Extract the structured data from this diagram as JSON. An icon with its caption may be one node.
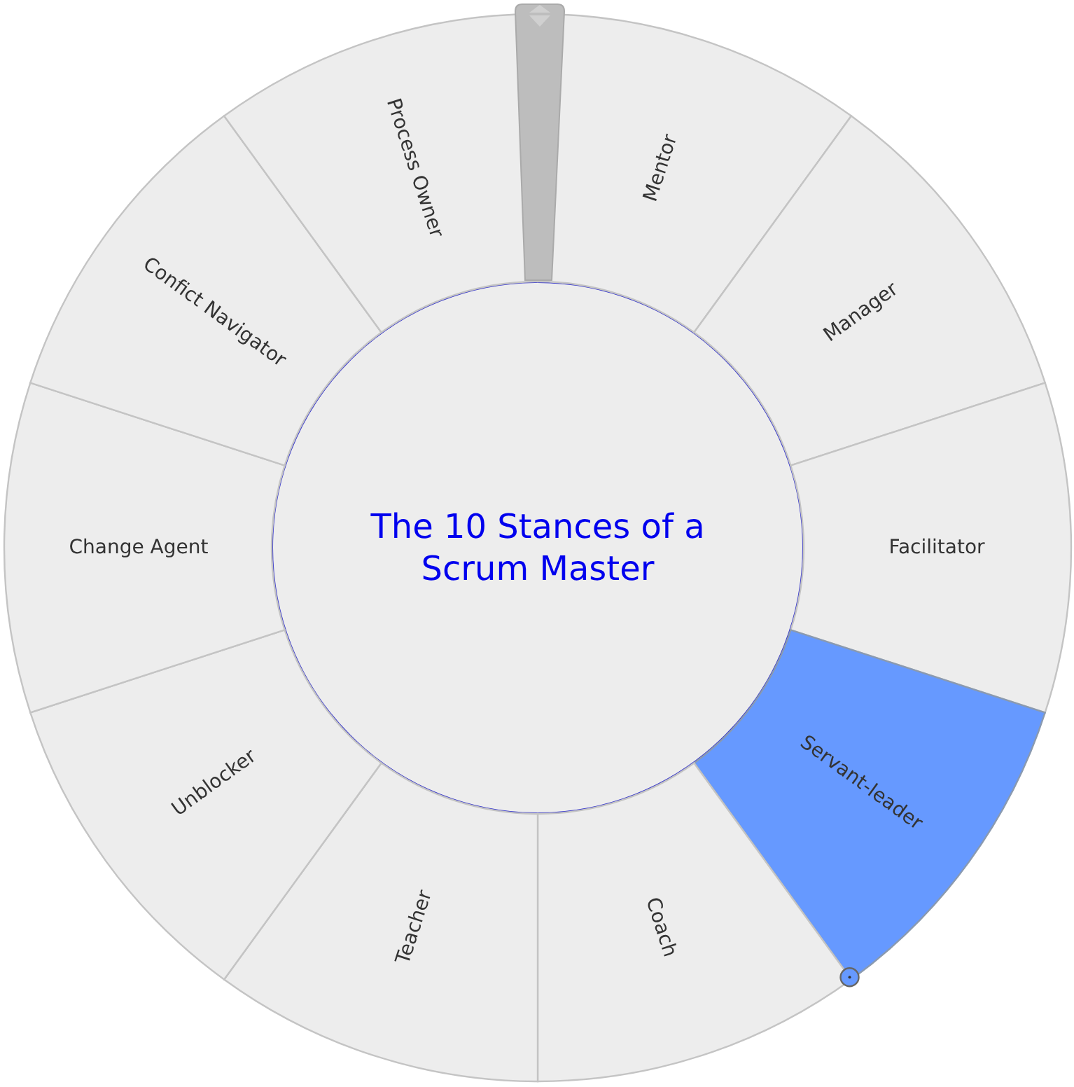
{
  "diagram": {
    "nodes": [
      {
        "text": [
          "The 10 Stances of a Scrum Master"
        ]
      },
      {
        "text": [
          "Mentor"
        ]
      },
      {
        "text": [
          "Manager"
        ]
      },
      {
        "text": [
          "Facilitator"
        ]
      },
      {
        "text": [
          "Servant-leader"
        ]
      },
      {
        "text": [
          "Coach"
        ]
      },
      {
        "text": [
          "Teacher"
        ]
      },
      {
        "text": [
          "Unblocker"
        ]
      },
      {
        "text": [
          "Change Agent"
        ]
      },
      {
        "text": [
          "Confict Navigator"
        ]
      },
      {
        "text": [
          "Process Owner"
        ]
      }
    ]
  }
}
